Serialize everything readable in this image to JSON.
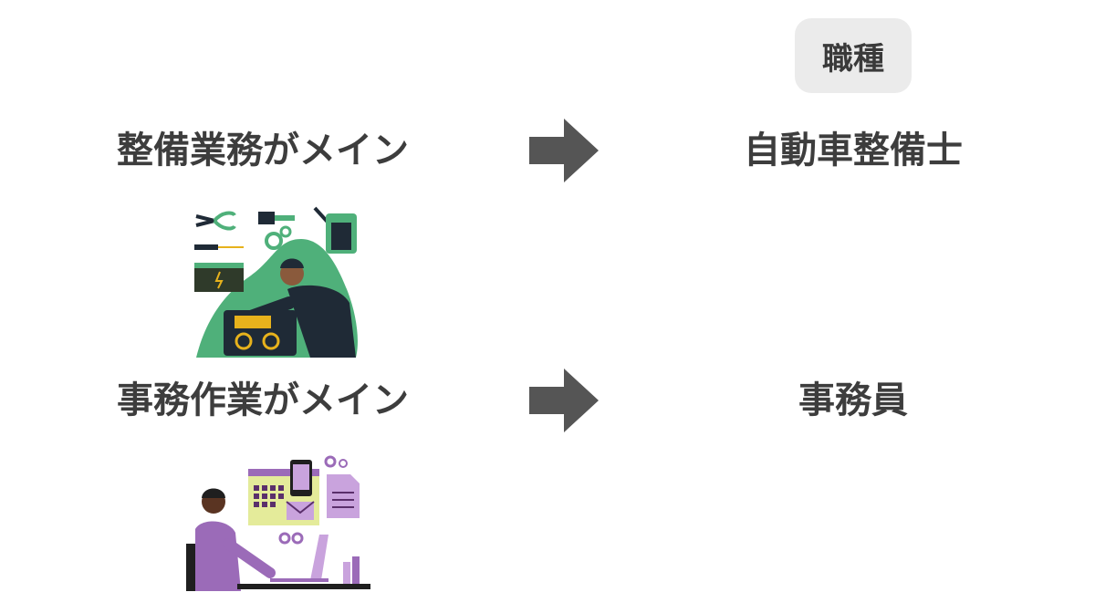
{
  "header": {
    "badge_label": "職種"
  },
  "rows": [
    {
      "left_label": "整備業務がメイン",
      "right_label": "自動車整備士",
      "illustration": "mechanic-illustration"
    },
    {
      "left_label": "事務作業がメイン",
      "right_label": "事務員",
      "illustration": "office-worker-illustration"
    }
  ],
  "icons": {
    "arrow": "arrow-right-icon"
  },
  "colors": {
    "text": "#3d3d3d",
    "badge_bg": "#ebebeb",
    "arrow": "#555555",
    "mechanic_green": "#4fb07a",
    "office_purple": "#9b6bb8",
    "office_yellow": "#e4eb9a"
  }
}
